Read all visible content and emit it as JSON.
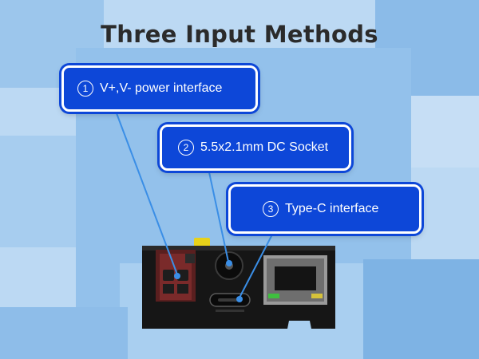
{
  "title": "Three Input Methods",
  "callouts": [
    {
      "number": "1",
      "label": "V+,V- power interface"
    },
    {
      "number": "2",
      "label": "5.5x2.1mm DC Socket"
    },
    {
      "number": "3",
      "label": "Type-C interface"
    }
  ],
  "colors": {
    "callout_fill": "#0d47d8",
    "leader_line": "#3a8ee6",
    "background": "#bcd9f3",
    "device_body": "#161616",
    "terminal_block": "#7a2a2a"
  },
  "icons": [
    "circled-number-icon",
    "rj45-port-icon",
    "usb-c-port-icon",
    "dc-barrel-socket-icon",
    "power-terminal-icon"
  ]
}
